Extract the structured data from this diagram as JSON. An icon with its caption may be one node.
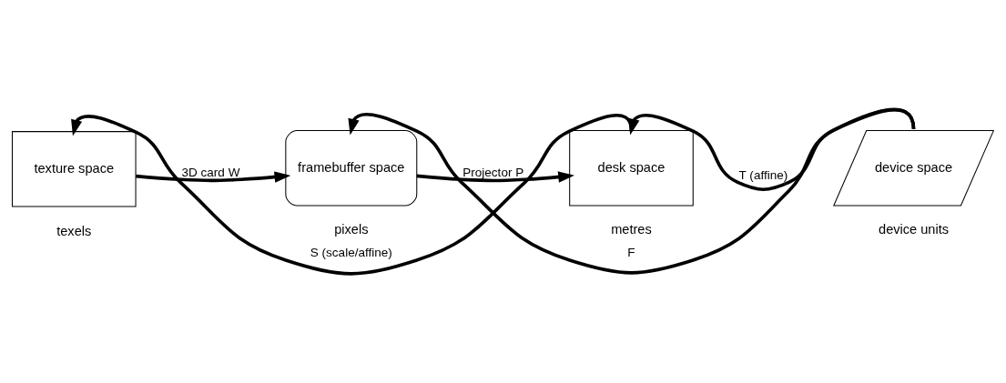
{
  "diagram": {
    "nodes": [
      {
        "text": [
          "texture space"
        ],
        "beside": [
          "texels"
        ]
      },
      {
        "text": [
          "framebuffer space"
        ],
        "beside": [
          "pixels"
        ]
      },
      {
        "text": [
          "desk space"
        ],
        "beside": [
          "metres"
        ]
      },
      {
        "text": [
          "device space"
        ],
        "beside": [
          "device units"
        ]
      }
    ],
    "edges": [
      {
        "from": 0,
        "to": 1,
        "arrow": "to",
        "label": "3D card W"
      },
      {
        "from": 1,
        "to": 2,
        "arrow": "to",
        "label": "Projector P"
      },
      {
        "from": 2,
        "to": 0,
        "arrow": "to",
        "label": "S (scale/affine)"
      },
      {
        "from": 3,
        "to": 1,
        "arrow": "to",
        "label": "F"
      },
      {
        "from": 3,
        "to": 2,
        "arrow": "to",
        "label": "T (affine)"
      }
    ]
  }
}
